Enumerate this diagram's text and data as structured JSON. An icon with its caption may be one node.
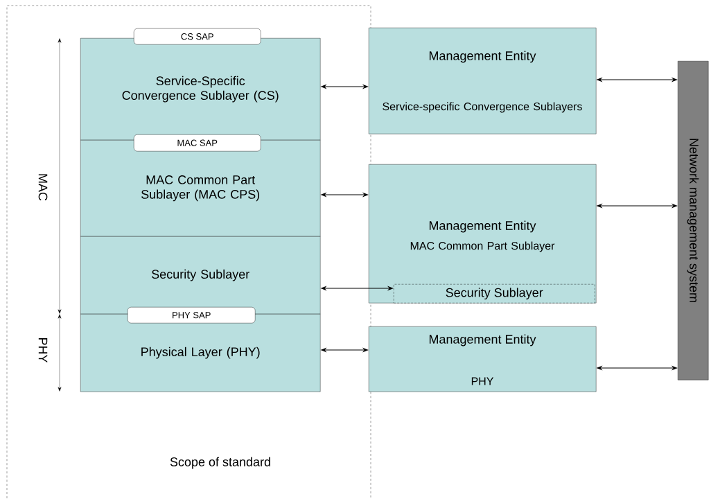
{
  "diagram": {
    "nodes": [
      {
        "text": [
          "Scope of standard"
        ]
      },
      {
        "text": [
          "Service-Specific Convergence Sublayer (CS)"
        ],
        "in": 0
      },
      {
        "text": [
          "CS SAP"
        ],
        "in": 0
      },
      {
        "text": [
          "MAC Common Part Sublayer (MAC CPS)"
        ],
        "in": 0
      },
      {
        "text": [
          "MAC SAP"
        ],
        "in": 0
      },
      {
        "text": [
          "Security Sublayer"
        ],
        "in": 0
      },
      {
        "text": [
          "PHY SAP"
        ],
        "in": 0
      },
      {
        "text": [
          "Physical Layer (PHY)"
        ],
        "in": 0
      },
      {
        "text": [
          "Management Entity",
          "Service-specific Convergence Sublayers"
        ]
      },
      {
        "text": [
          "Management Entity",
          "MAC Common Part Sublayer"
        ]
      },
      {
        "text": [
          "Security Sublayer"
        ],
        "in": 9
      },
      {
        "text": [
          "Management Entity",
          "PHY"
        ]
      },
      {
        "text": [
          "Network management system"
        ]
      }
    ],
    "edges": [
      {
        "from": 1,
        "to": 8,
        "arrow": "both"
      },
      {
        "from": 3,
        "to": 9,
        "arrow": "both"
      },
      {
        "from": 5,
        "to": 10,
        "arrow": "both"
      },
      {
        "from": 7,
        "to": 11,
        "arrow": "both"
      },
      {
        "from": 8,
        "to": 12,
        "arrow": "both"
      },
      {
        "from": 9,
        "to": 12,
        "arrow": "both"
      },
      {
        "from": 11,
        "to": 12,
        "arrow": "both"
      }
    ],
    "labels": [
      "MAC",
      "PHY"
    ]
  }
}
